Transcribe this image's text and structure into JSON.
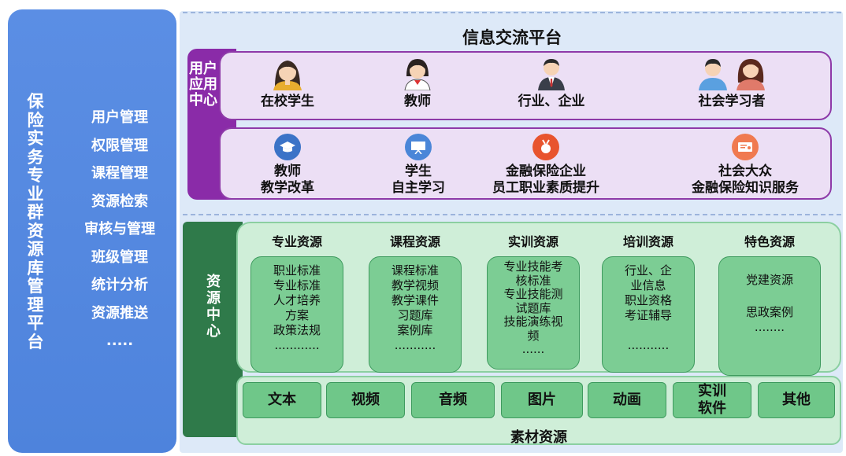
{
  "management": {
    "title": "保险实务专业群资源库管理平台",
    "items": [
      "用户管理",
      "权限管理",
      "课程管理",
      "资源检索",
      "审核与管理",
      "班级管理",
      "统计分析",
      "资源推送",
      "....."
    ]
  },
  "platform_title": "信息交流平台",
  "app_center_label": "用户应用中心",
  "users": [
    {
      "label": "在校学生",
      "icon": "student-icon"
    },
    {
      "label": "教师",
      "icon": "teacher-icon"
    },
    {
      "label": "行业、企业",
      "icon": "business-person-icon"
    },
    {
      "label": "社会学习者",
      "icon": "public-learners-icon"
    }
  ],
  "applications": [
    {
      "line1": "教师",
      "line2": "教学改革",
      "icon": "graduation-cap-icon",
      "color": "#3b73c7"
    },
    {
      "line1": "学生",
      "line2": "自主学习",
      "icon": "presentation-board-icon",
      "color": "#4a86d8"
    },
    {
      "line1": "金融保险企业",
      "line2": "员工职业素质提升",
      "icon": "medal-icon",
      "color": "#e8542e"
    },
    {
      "line1": "社会大众",
      "line2": "金融保险知识服务",
      "icon": "certificate-icon",
      "color": "#f07a50"
    }
  ],
  "resource_center_label": "资源中心",
  "categories": [
    {
      "title": "专业资源",
      "items": [
        "职业标准",
        "专业标准",
        "人才培养",
        "方案",
        "政策法规",
        "............"
      ]
    },
    {
      "title": "课程资源",
      "items": [
        "课程标准",
        "教学视频",
        "教学课件",
        "习题库",
        "案例库",
        "..........."
      ]
    },
    {
      "title": "实训资源",
      "items": [
        "专业技能考",
        "核标准",
        "专业技能测",
        "试题库",
        "技能演练视",
        "频",
        "......"
      ]
    },
    {
      "title": "培训资源",
      "items": [
        "行业、企",
        "业信息",
        "职业资格",
        "考证辅导",
        "",
        "..........."
      ]
    },
    {
      "title": "特色资源",
      "items": [
        "",
        "党建资源",
        "",
        "思政案例",
        "........"
      ]
    }
  ],
  "materials": {
    "title": "素材资源",
    "items": [
      "文本",
      "视频",
      "音频",
      "图片",
      "动画",
      "实训软件",
      "其他"
    ]
  },
  "colors": {
    "management_blue": "#5088de",
    "app_center_purple": "#8a2ba8",
    "resource_green": "#2f7a4a",
    "box_green": "#7ccd94"
  }
}
